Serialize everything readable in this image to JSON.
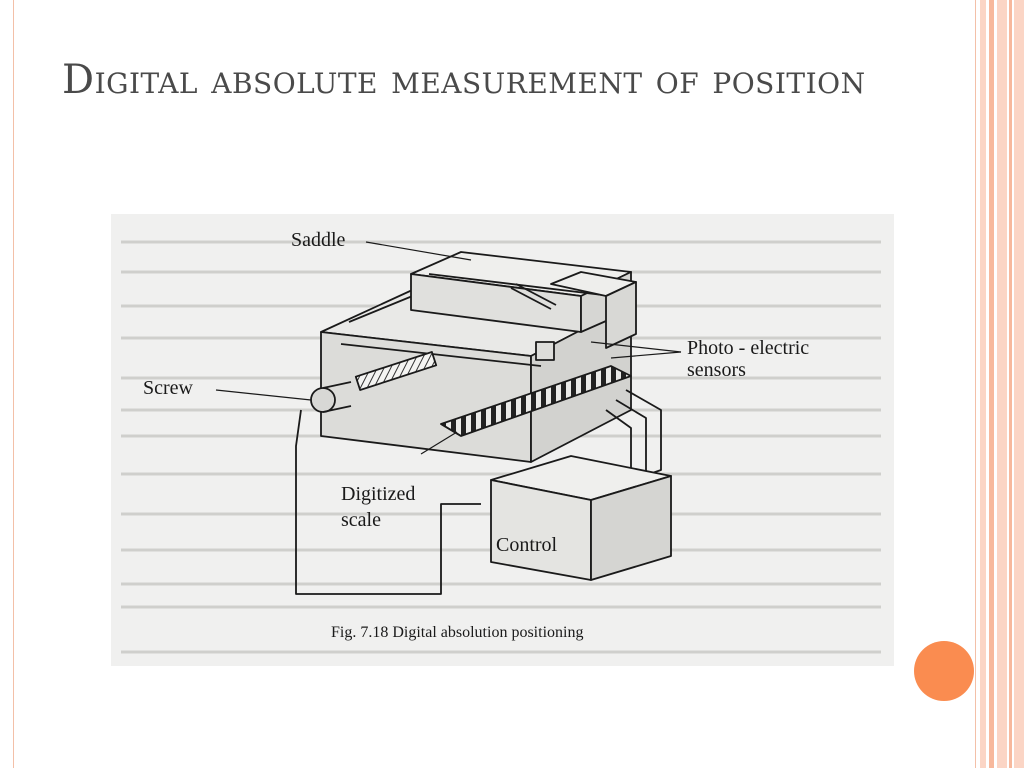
{
  "slide": {
    "title": "Digital absolute measurement of position"
  },
  "figure": {
    "labels": {
      "saddle": "Saddle",
      "screw": "Screw",
      "photo_line1": "Photo - electric",
      "photo_line2": "sensors",
      "digitized_line1": "Digitized",
      "digitized_line2": "scale",
      "control": "Control"
    },
    "caption": "Fig. 7.18 Digital absolution positioning"
  },
  "colors": {
    "accent_orange": "#fa8c50",
    "stripe_light": "#fbd5c5",
    "stripe_mid": "#f7b89c",
    "figure_background": "#f0f0ef"
  }
}
